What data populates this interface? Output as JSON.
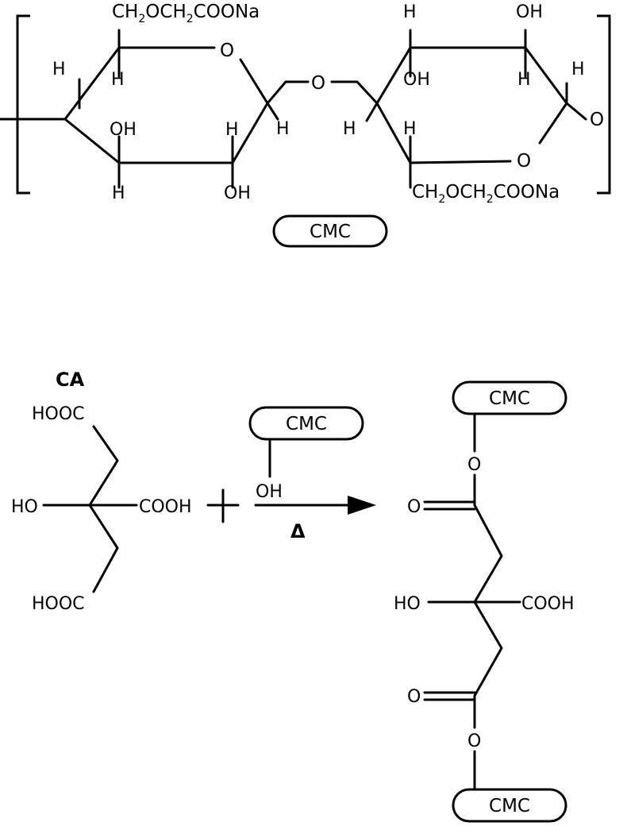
{
  "cmc_structure": {
    "substituent_top": {
      "main1": "CH",
      "sub1": "2",
      "main2": "OCH",
      "sub2": "2",
      "main3": "COONa"
    },
    "substituent_bottom": {
      "main1": "CH",
      "sub1": "2",
      "main2": "OCH",
      "sub2": "2",
      "main3": "COONa"
    },
    "ring_oxygen": "O",
    "bridge_oxygen": "O",
    "chain_oxygen": "O",
    "hydrogen": "H",
    "hydroxyl": "OH",
    "polymer_label": "CMC"
  },
  "reaction": {
    "reactant_label": "CA",
    "carboxyl_left": "HOOC",
    "carboxyl_right": "COOH",
    "hydroxyl_left": "HO",
    "plus_sign": "+",
    "cmc_label": "CMC",
    "cmc_hydroxyl": "OH",
    "condition": "Δ"
  },
  "product": {
    "top_label": "CMC",
    "bottom_label": "CMC",
    "ester_oxygen": "O",
    "carbonyl_oxygen": "O",
    "hydroxyl_left": "HO",
    "carboxyl_right": "COOH"
  }
}
